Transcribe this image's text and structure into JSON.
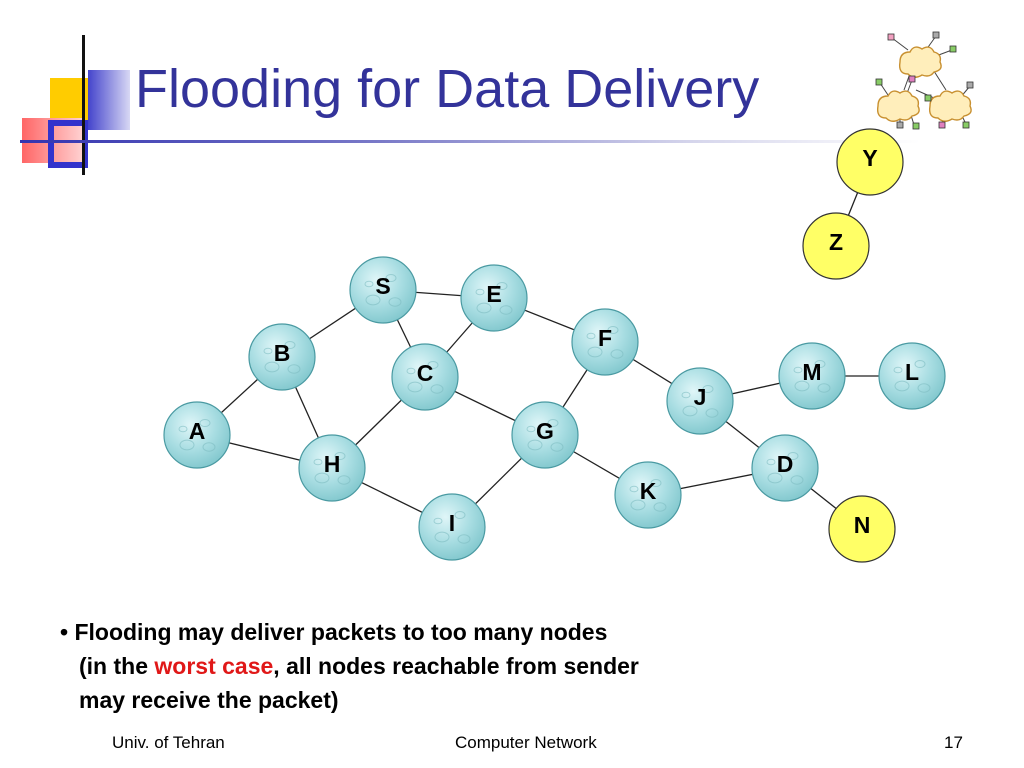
{
  "slide": {
    "title": "Flooding for Data Delivery"
  },
  "nodes": [
    {
      "id": "S",
      "style": "textured"
    },
    {
      "id": "E",
      "style": "textured"
    },
    {
      "id": "B",
      "style": "textured"
    },
    {
      "id": "C",
      "style": "textured"
    },
    {
      "id": "F",
      "style": "textured"
    },
    {
      "id": "M",
      "style": "textured"
    },
    {
      "id": "L",
      "style": "textured"
    },
    {
      "id": "J",
      "style": "textured"
    },
    {
      "id": "A",
      "style": "textured"
    },
    {
      "id": "G",
      "style": "textured"
    },
    {
      "id": "H",
      "style": "textured"
    },
    {
      "id": "D",
      "style": "textured"
    },
    {
      "id": "K",
      "style": "textured"
    },
    {
      "id": "I",
      "style": "textured"
    },
    {
      "id": "Y",
      "style": "yellow"
    },
    {
      "id": "Z",
      "style": "yellow"
    },
    {
      "id": "N",
      "style": "yellow"
    }
  ],
  "edges": [
    [
      "S",
      "E"
    ],
    [
      "S",
      "B"
    ],
    [
      "S",
      "C"
    ],
    [
      "E",
      "C"
    ],
    [
      "E",
      "F"
    ],
    [
      "B",
      "A"
    ],
    [
      "B",
      "H"
    ],
    [
      "A",
      "H"
    ],
    [
      "C",
      "H"
    ],
    [
      "C",
      "G"
    ],
    [
      "H",
      "I"
    ],
    [
      "I",
      "G"
    ],
    [
      "G",
      "F"
    ],
    [
      "G",
      "K"
    ],
    [
      "F",
      "J"
    ],
    [
      "J",
      "M"
    ],
    [
      "M",
      "L"
    ],
    [
      "J",
      "D"
    ],
    [
      "K",
      "D"
    ],
    [
      "D",
      "N"
    ],
    [
      "Y",
      "Z"
    ]
  ],
  "colors": {
    "title": "#33339a",
    "node_fill": "#a8dde2",
    "node_stroke": "#4a9aa2",
    "yellow_fill": "#ffff66",
    "yellow_stroke": "#333333",
    "highlight": "#e01818"
  },
  "bullet": {
    "symbol": "•",
    "line1": "Flooding may deliver packets to too many nodes",
    "line2_pre": "(in the ",
    "line2_highlight": "worst case",
    "line2_post": ", all nodes reachable from sender",
    "line3": "may receive the packet)"
  },
  "footer": {
    "left": "Univ. of Tehran",
    "center": "Computer Network",
    "page": "17"
  },
  "icons": {
    "corner_decoration": "yellow-red-blue-squares",
    "network_clip": "network-clouds-icon"
  }
}
